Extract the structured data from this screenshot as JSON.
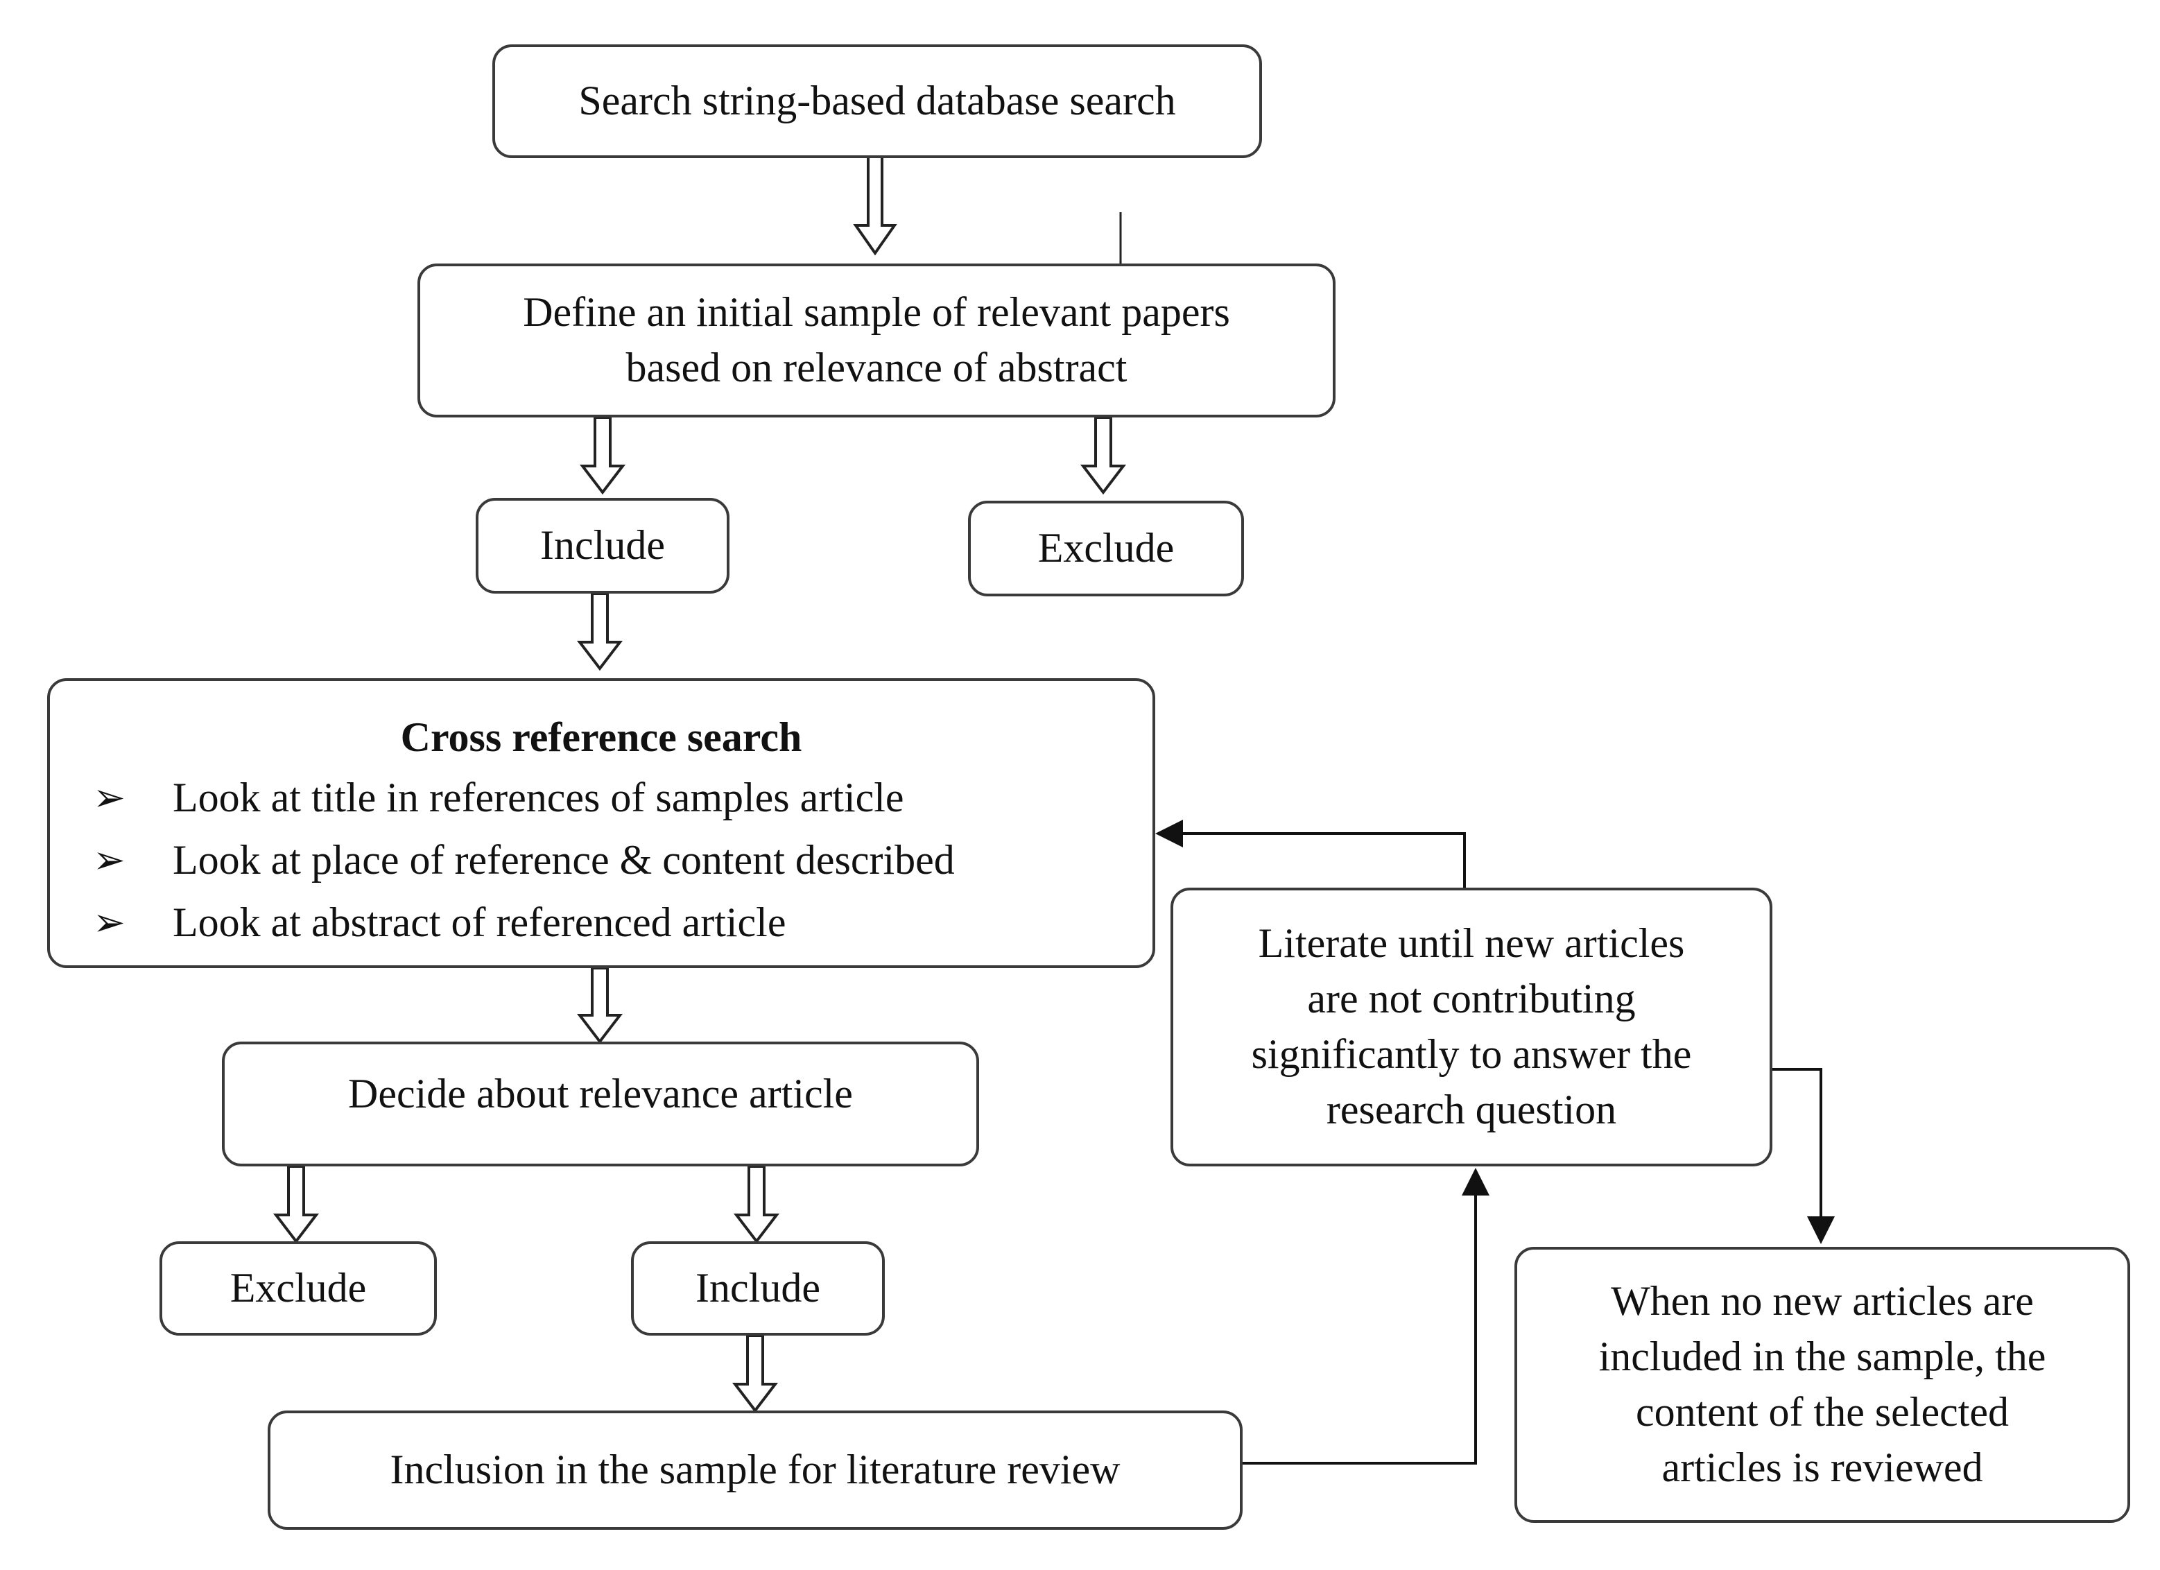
{
  "nodes": {
    "search": "Search string-based database search",
    "initial_sample_line1": "Define an initial sample of relevant papers",
    "initial_sample_line2": "based on relevance of abstract",
    "include_1": "Include",
    "exclude_1": "Exclude",
    "cross_reference": {
      "title": "Cross reference search",
      "bullet_symbol": "➢",
      "items": [
        "Look at title in references of samples article",
        "Look at place of reference & content described",
        "Look at abstract of referenced article"
      ]
    },
    "decide": "Decide about relevance article",
    "exclude_2": "Exclude",
    "include_2": "Include",
    "inclusion": "Inclusion in the sample for literature review",
    "literate_lines": [
      "Literate until new articles",
      "are not contributing",
      "significantly to answer the",
      "research question"
    ],
    "final_lines": [
      "When no new articles are",
      "included in the sample, the",
      "content of the selected",
      "articles is reviewed"
    ]
  },
  "colors": {
    "stroke": "#3a3a3a",
    "text": "#111111",
    "background": "#ffffff"
  }
}
